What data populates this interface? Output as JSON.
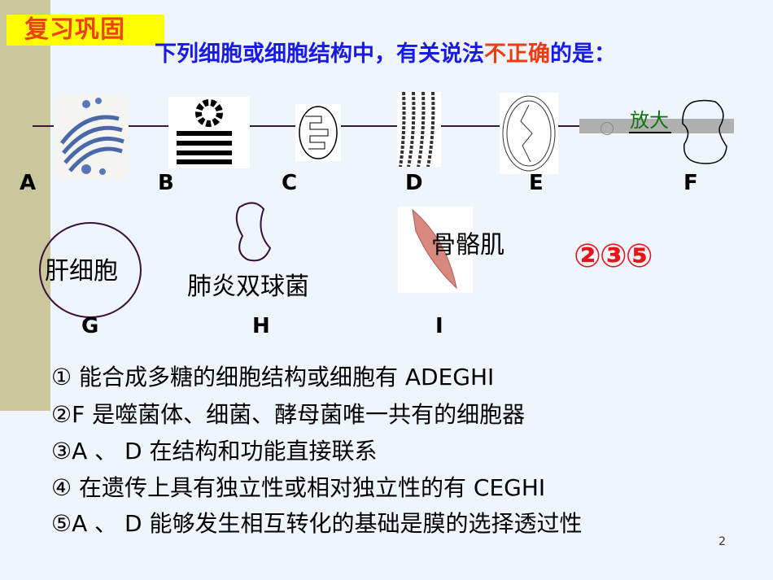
{
  "badge": "复习巩固",
  "question": {
    "part1": "下列细胞或细胞结构中，有关说法",
    "part2": "不正确",
    "part3": "的是："
  },
  "f_label": "放大",
  "letters": [
    "A",
    "B",
    "C",
    "D",
    "E",
    "F",
    "G",
    "H",
    "I"
  ],
  "captions": {
    "g": "肝细胞",
    "h": "肺炎双球菌",
    "i": "骨骼肌"
  },
  "answer": "②③⑤",
  "statements": [
    "① 能合成多糖的细胞结构或细胞有 ADEGHI",
    "②F 是噬菌体、细菌、酵母菌唯一共有的细胞器",
    "③A 、 D 在结构和功能直接联系",
    "④ 在遗传上具有独立性或相对独立性的有 CEGHI",
    "⑤A 、 D 能够发生相互转化的基础是膜的选择透过性"
  ],
  "page_number": "2"
}
